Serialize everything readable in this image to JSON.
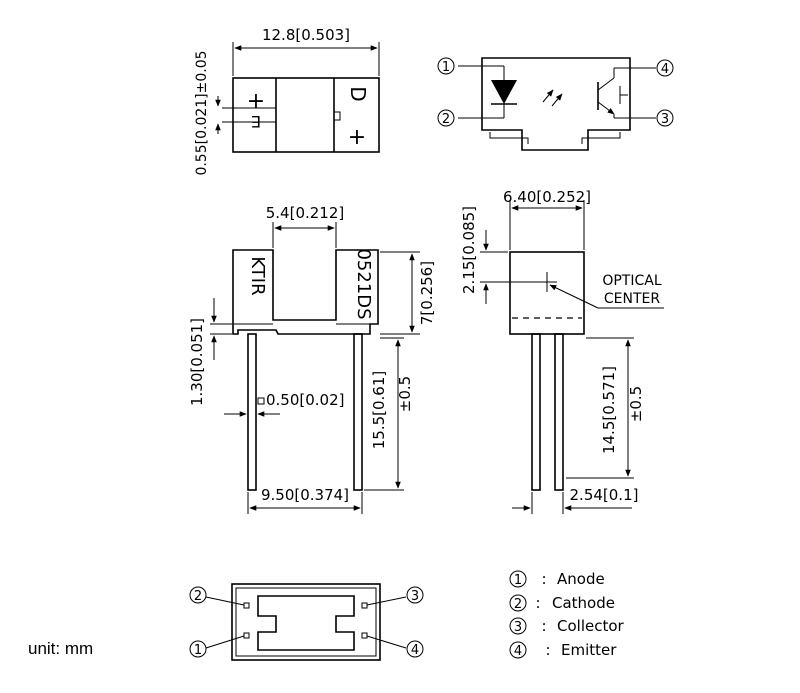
{
  "top_view": {
    "dim_width": "12.8[0.503]",
    "dim_thickness": "0.55[0.021]±0.05",
    "label_e": "E",
    "label_d": "D",
    "plus": "+"
  },
  "schematic": {
    "pin1": "1",
    "pin2": "2",
    "pin3": "3",
    "pin4": "4"
  },
  "front_view": {
    "dim_slot": "5.4[0.212]",
    "dim_height": "7[0.256]",
    "dim_step": "1.30[0.051]",
    "dim_lead": "0.50[0.02]",
    "dim_lead_len": "15.5[0.61]",
    "dim_tol": "±0.5",
    "dim_pitch": "9.50[0.374]",
    "marking_left": "KTIR",
    "marking_right": "0521DS"
  },
  "side_view": {
    "dim_width": "6.40[0.252]",
    "dim_center": "2.15[0.085]",
    "optical_line1": "OPTICAL",
    "optical_line2": "CENTER",
    "dim_lead_len": "14.5[0.571]",
    "dim_tol": "±0.5",
    "dim_pitch": "2.54[0.1]"
  },
  "bottom_view": {
    "pin1": "1",
    "pin2": "2",
    "pin3": "3",
    "pin4": "4"
  },
  "legend": [
    {
      "num": "1",
      "sep": ":",
      "name": "Anode"
    },
    {
      "num": "2",
      "sep": ":",
      "name": "Cathode"
    },
    {
      "num": "3",
      "sep": ":",
      "name": "Collector"
    },
    {
      "num": "4",
      "sep": ":",
      "name": "Emitter"
    }
  ],
  "unit_label": "unit: mm"
}
